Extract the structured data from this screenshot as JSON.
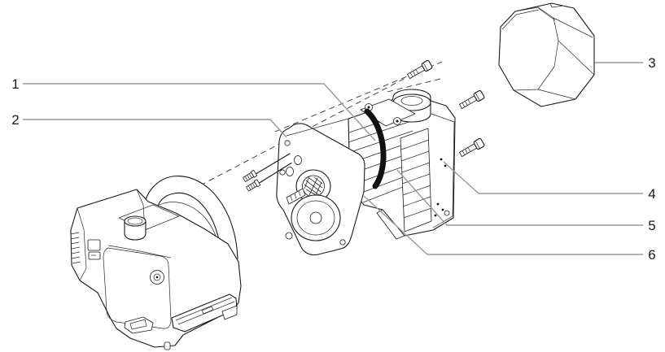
{
  "figure": {
    "kind": "exploded-parts-diagram",
    "background_color": "#ffffff",
    "line_color": "#1a1a1a",
    "leader_line_color": "#999999"
  },
  "callouts": [
    {
      "label": "1",
      "target": "motor-clamp-band"
    },
    {
      "label": "2",
      "target": "tie-bolts"
    },
    {
      "label": "3",
      "target": "motor-cover"
    },
    {
      "label": "4",
      "target": "motor-rear-plate"
    },
    {
      "label": "5",
      "target": "motor-foot"
    },
    {
      "label": "6",
      "target": "pump-housing"
    }
  ]
}
